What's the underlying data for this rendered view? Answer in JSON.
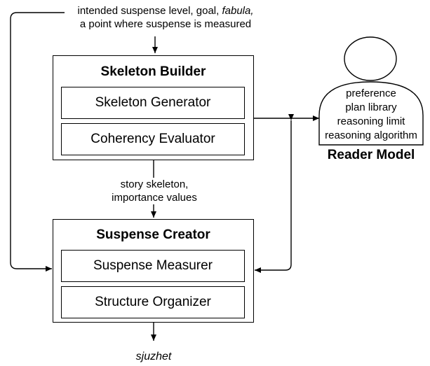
{
  "input": {
    "line1_plain": "intended suspense level, goal, ",
    "line1_italic": "fabula,",
    "line2": "a point where suspense is measured"
  },
  "skeleton_builder": {
    "title": "Skeleton Builder",
    "generator": "Skeleton Generator",
    "evaluator": "Coherency Evaluator"
  },
  "intermediate": {
    "line1": "story skeleton,",
    "line2": "importance values"
  },
  "suspense_creator": {
    "title": "Suspense Creator",
    "measurer": "Suspense Measurer",
    "organizer": "Structure Organizer"
  },
  "reader_model": {
    "title": "Reader Model",
    "items": [
      "preference",
      "plan library",
      "reasoning limit",
      "reasoning algorithm"
    ]
  },
  "output": {
    "label": "sjuzhet"
  }
}
